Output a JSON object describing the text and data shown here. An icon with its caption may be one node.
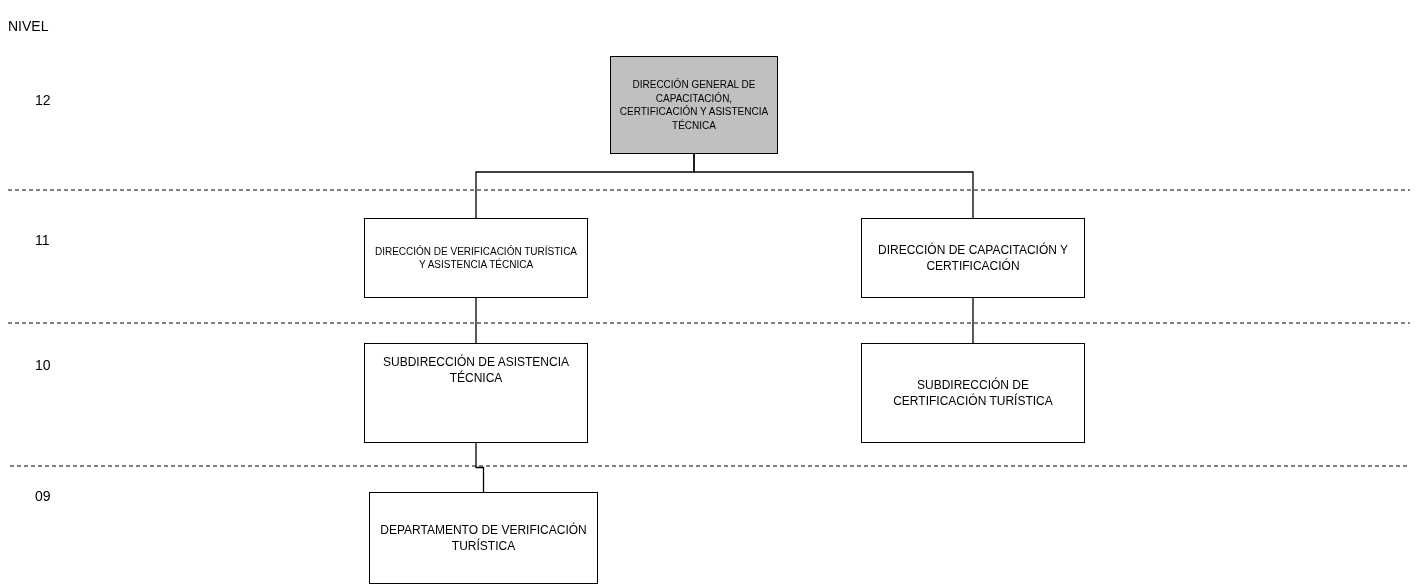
{
  "diagram": {
    "nodes": [
      {
        "text": [
          "DIRECCIÓN GENERAL DE CAPACITACIÓN, CERTIFICACIÓN Y ASISTENCIA TÉCNICA"
        ]
      },
      {
        "text": [
          "DIRECCIÓN DE VERIFICACIÓN TURÍSTICA Y ASISTENCIA TÉCNICA"
        ]
      },
      {
        "text": [
          "DIRECCIÓN DE CAPACITACIÓN Y CERTIFICACIÓN"
        ]
      },
      {
        "text": [
          "SUBDIRECCIÓN DE ASISTENCIA TÉCNICA"
        ]
      },
      {
        "text": [
          "SUBDIRECCIÓN DE CERTIFICACIÓN TURÍSTICA"
        ]
      },
      {
        "text": [
          "DEPARTAMENTO DE VERIFICACIÓN TURÍSTICA"
        ]
      }
    ],
    "edges": [
      {
        "from": 0,
        "to": 1,
        "arrow": "none"
      },
      {
        "from": 0,
        "to": 2,
        "arrow": "none"
      },
      {
        "from": 1,
        "to": 3,
        "arrow": "none"
      },
      {
        "from": 2,
        "to": 4,
        "arrow": "none"
      },
      {
        "from": 3,
        "to": 5,
        "arrow": "none"
      }
    ],
    "labels": [
      "NIVEL",
      "12",
      "11",
      "10",
      "09"
    ]
  }
}
